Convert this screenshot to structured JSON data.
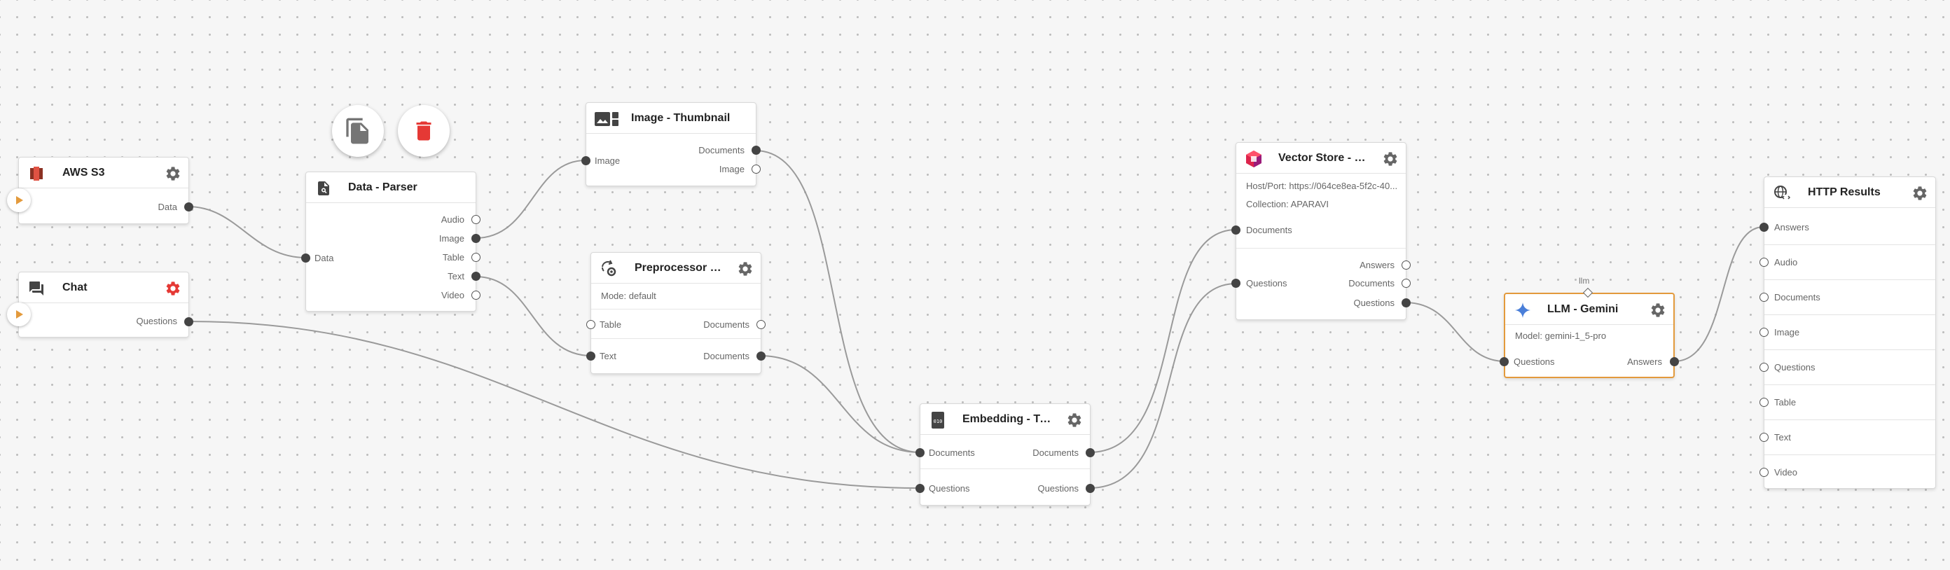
{
  "toolbar": {
    "duplicate_icon": "copy-icon",
    "delete_icon": "trash-icon",
    "delete_color": "#e53935"
  },
  "accent": "#e39a3c",
  "nodes": {
    "aws_s3": {
      "title": "AWS S3",
      "outputs": [
        "Data"
      ]
    },
    "chat": {
      "title": "Chat",
      "outputs": [
        "Questions"
      ],
      "gear_color": "#e53935"
    },
    "parser": {
      "title": "Data - Parser",
      "inputs": [
        "Data"
      ],
      "outputs": [
        "Audio",
        "Image",
        "Table",
        "Text",
        "Video"
      ]
    },
    "thumbnail": {
      "title": "Image - Thumbnail",
      "inputs": [
        "Image"
      ],
      "outputs": [
        "Documents",
        "Image"
      ]
    },
    "preprocessor": {
      "title": "Preprocessor - Gener...",
      "mode": "Mode: default",
      "inputs": [
        "Table",
        "Text"
      ],
      "outputs": [
        "Documents",
        "Documents"
      ]
    },
    "embedding": {
      "title": "Embedding - Transfo...",
      "inputs": [
        "Documents",
        "Questions"
      ],
      "outputs": [
        "Documents",
        "Questions"
      ]
    },
    "qdrant": {
      "title": "Vector Store - Qdrant",
      "host": "Host/Port: https://064ce8ea-5f2c-40...",
      "collection": "Collection: APARAVI",
      "inputs": [
        "Documents",
        "Questions"
      ],
      "outputs": [
        "Answers",
        "Documents",
        "Questions"
      ]
    },
    "gemini": {
      "title": "LLM - Gemini",
      "model": "Model: gemini-1_5-pro",
      "tag": "llm",
      "inputs": [
        "Questions"
      ],
      "outputs": [
        "Answers"
      ]
    },
    "http": {
      "title": "HTTP Results",
      "inputs": [
        "Answers",
        "Audio",
        "Documents",
        "Image",
        "Questions",
        "Table",
        "Text",
        "Video"
      ]
    }
  }
}
